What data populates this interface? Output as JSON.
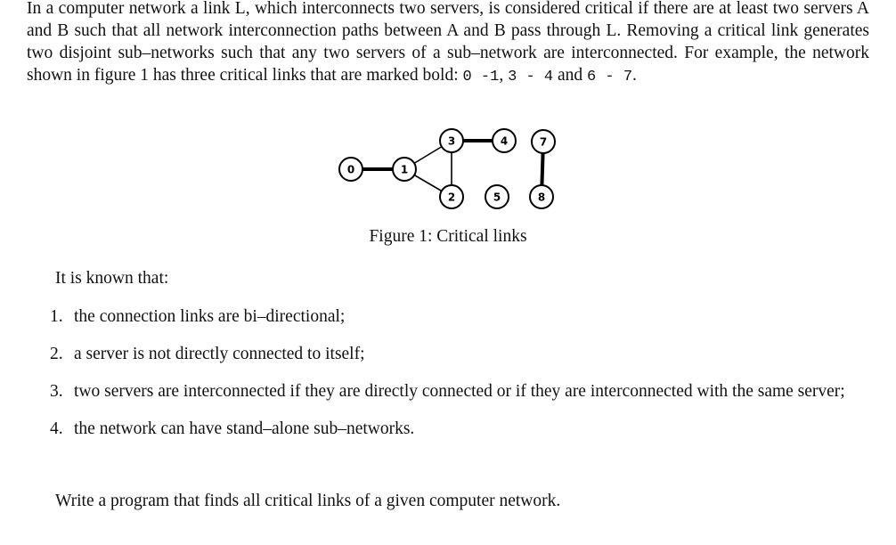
{
  "intro": {
    "text_before": "In a computer network a link L, which interconnects two servers, is considered critical if there are at least two servers A and B such that all network interconnection paths between A and B pass through L. Removing a critical link generates two disjoint sub–networks such that any two servers of a sub–network are interconnected. For example, the network shown in figure 1 has three critical links that are marked bold: ",
    "link1": "0 -1",
    "sep1": ", ",
    "link2": "3 - 4",
    "sep2": " and ",
    "link3": "6 - 7",
    "end": "."
  },
  "figure": {
    "caption": "Figure 1: Critical links",
    "nodes": [
      {
        "id": "n0",
        "label": "0"
      },
      {
        "id": "n1",
        "label": "1"
      },
      {
        "id": "n2",
        "label": "2"
      },
      {
        "id": "n3",
        "label": "3"
      },
      {
        "id": "n4",
        "label": "4"
      },
      {
        "id": "n5",
        "label": "5"
      },
      {
        "id": "n7",
        "label": "7"
      },
      {
        "id": "n8",
        "label": "8"
      }
    ],
    "edges": [
      {
        "from": "n0",
        "to": "n1",
        "critical": true
      },
      {
        "from": "n1",
        "to": "n3",
        "critical": false
      },
      {
        "from": "n1",
        "to": "n2",
        "critical": false
      },
      {
        "from": "n3",
        "to": "n2",
        "critical": false
      },
      {
        "from": "n3",
        "to": "n4",
        "critical": true
      },
      {
        "from": "n7",
        "to": "n8",
        "critical": true
      }
    ]
  },
  "known": {
    "heading": "It is known that:",
    "items": [
      {
        "num": "1.",
        "text": "the connection links are bi–directional;"
      },
      {
        "num": "2.",
        "text": "a server is not directly connected to itself;"
      },
      {
        "num": "3.",
        "text": "two servers are interconnected if they are directly connected or if they are interconnected with the same server;"
      },
      {
        "num": "4.",
        "text": "the network can have stand–alone sub–networks."
      }
    ]
  },
  "task": "Write a program that finds all critical links of a given computer network."
}
